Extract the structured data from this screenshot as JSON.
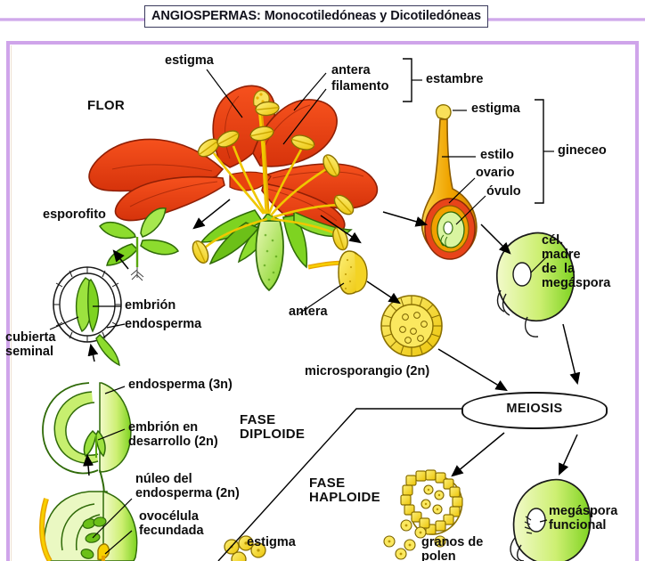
{
  "title": {
    "text": "ANGIOSPERMAS: Monocotiledóneas y Dicotiledóneas"
  },
  "colors": {
    "frame": "#cfa4ea",
    "petal_red": "#ee3d14",
    "petal_red_dark": "#c92f0c",
    "anther_yellow": "#f7e33c",
    "anther_yellow_dark": "#e2c210",
    "filament_yellow": "#f5d900",
    "leaf_green": "#7ed321",
    "leaf_green_light": "#c9ee6e",
    "ovary_orange": "#f0a000",
    "ovary_red": "#e8441a",
    "text_black": "#0d0d0d",
    "title_border": "#3a3a5c"
  },
  "labels": {
    "flor": "FLOR",
    "estigma_flor": "estigma",
    "antera_top": "antera",
    "filamento": "filamento",
    "estambre": "estambre",
    "estigma_gineceo": "estigma",
    "estilo": "estilo",
    "ovario": "ovario",
    "ovulo": "óvulo",
    "gineceo": "gineceo",
    "esporofito": "esporofito",
    "embrion": "embrión",
    "endosperma": "endosperma",
    "cubierta_seminal": "cubierta\nseminal",
    "endosperma_3n": "endosperma (3n)",
    "embrion_desarrollo": "embrión en\ndesarrollo (2n)",
    "nucleo_endosperma": "núleo del\nendosperma (2n)",
    "ovocelula": "ovocélula\nfecundada",
    "antera_mid": "antera",
    "microsporangio": "microsporangio (2n)",
    "cel_madre_megaspora": "cél.\nmadre\nde  la\nmegáspora",
    "meiosis": "MEIOSIS",
    "fase_diploide": "FASE\nDIPLOIDE",
    "fase_haploide": "FASE\nHAPLOIDE",
    "granos_polen": "granos de\npolen",
    "megaspora_funcional": "megáspora\nfuncional",
    "estigma_bottom": "estigma"
  },
  "diagram": {
    "type": "biology-life-cycle-diagram",
    "subject": "Ciclo de vida de las angiospermas",
    "phases": [
      "FASE DIPLOIDE",
      "FASE HAPLOIDE"
    ],
    "key_process": "MEIOSIS",
    "ploidy_annotations": [
      "endosperma (3n)",
      "embrión en desarrollo (2n)",
      "núleo del endosperma (2n)",
      "microsporangio (2n)"
    ]
  }
}
